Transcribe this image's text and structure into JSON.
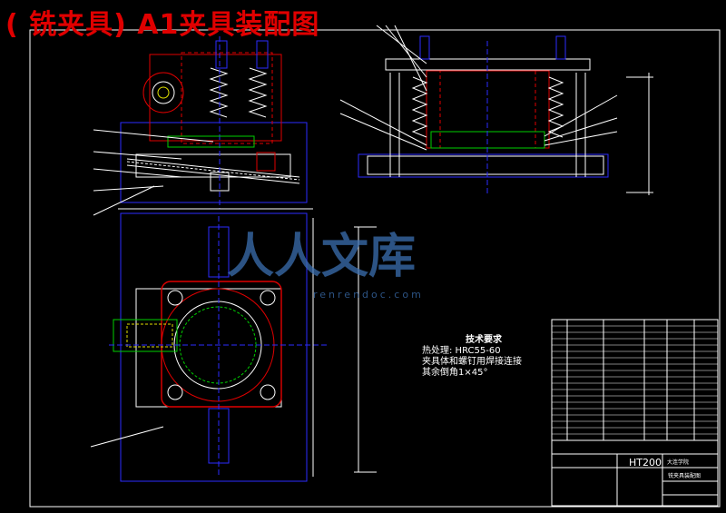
{
  "title": "( 铣夹具) A1夹具装配图",
  "tech_requirements": {
    "heading": "技术要求",
    "lines": [
      "热处理: HRC55-60",
      "夹具体和螺钉用焊接连接",
      "其余倒角1×45°"
    ]
  },
  "title_block": {
    "material": "HT200",
    "school": "大连学院",
    "drawing_name": "铣夹具装配图"
  },
  "watermark": {
    "text": "人人文库",
    "sub": "renrendoc.com"
  },
  "colors": {
    "red": "#e00000",
    "blue": "#2b2bff",
    "green": "#00d000",
    "white": "#ffffff",
    "yellow": "#e0e000"
  }
}
